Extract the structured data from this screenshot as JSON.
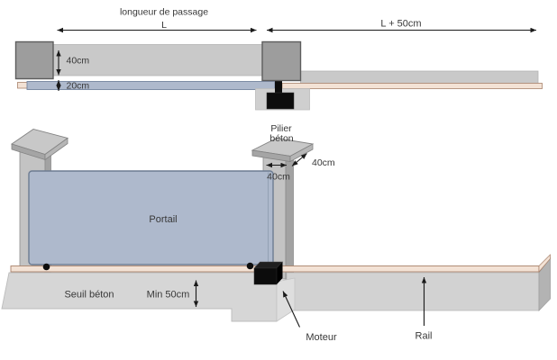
{
  "colors": {
    "gate_fill": "#aeb9cc",
    "gate_border": "#6d7c92",
    "rail_fill": "#f3e2d5",
    "rail_border": "#a8826b",
    "concrete_light": "#d6d6d6",
    "concrete_mid": "#c9c9c9",
    "concrete_beam": "#d2d2d2",
    "beam_side": "#b3b3b3",
    "pillar_plan": "#9d9d9d",
    "pillar_front": "#c3c3c3",
    "pillar_side": "#a2a2a2",
    "cap_top": "#c8c8c8",
    "cap_shade_dark": "#a5a5a5",
    "cap_shade_mid": "#b6b6b6",
    "motor_black": "#0c0c0c",
    "motor_top": "#1f1f1f",
    "footing_plan": "#cfcfcf",
    "annotation": "#383838"
  },
  "top_view": {
    "passage_label": "longueur de passage",
    "passage_symbol": "L",
    "extension_label": "L + 50cm",
    "depth_dim": "40cm",
    "offset_dim": "20cm"
  },
  "elevation": {
    "pillar_label_1": "Pilier",
    "pillar_label_2": "béton",
    "pillar_width_dim": "40cm",
    "pillar_depth_dim": "40cm",
    "gate_label": "Portail",
    "threshold_label": "Seuil béton",
    "threshold_min_dim": "Min 50cm",
    "motor_label": "Moteur",
    "rail_label": "Rail"
  }
}
